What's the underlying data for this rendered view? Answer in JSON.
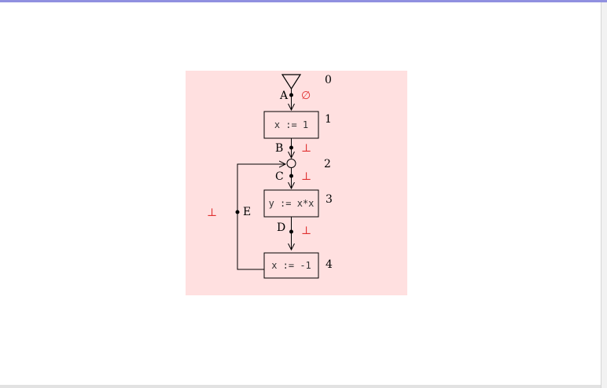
{
  "diagram": {
    "nodes": [
      {
        "id": "0",
        "kind": "entry-triangle",
        "label": ""
      },
      {
        "id": "1",
        "kind": "box",
        "label": "x := 1"
      },
      {
        "id": "2",
        "kind": "join-circle",
        "label": ""
      },
      {
        "id": "3",
        "kind": "box",
        "label": "y := x*x"
      },
      {
        "id": "4",
        "kind": "box",
        "label": "x := -1"
      }
    ],
    "edges": [
      {
        "id": "A",
        "from": "0",
        "to": "1",
        "value": "∅"
      },
      {
        "id": "B",
        "from": "1",
        "to": "2",
        "value": "⊥"
      },
      {
        "id": "C",
        "from": "2",
        "to": "3",
        "value": "⊥"
      },
      {
        "id": "D",
        "from": "3",
        "to": "4",
        "value": "⊥"
      },
      {
        "id": "E",
        "from": "4",
        "to": "2",
        "value": "⊥"
      }
    ],
    "colors": {
      "background": "#ffe0e0",
      "value_text": "#e03030",
      "stroke": "#000000"
    }
  }
}
